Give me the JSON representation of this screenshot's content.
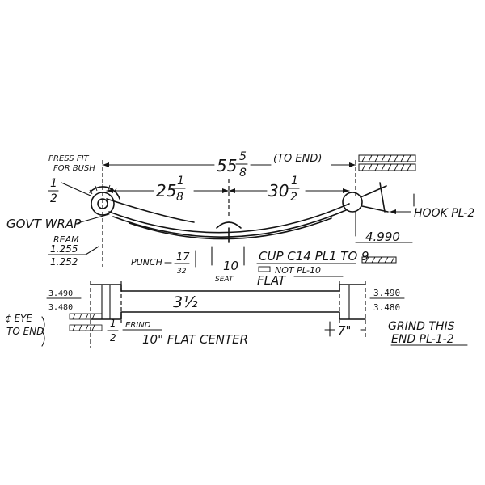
{
  "labels": {
    "press_fit_1": "PRESS FIT",
    "press_fit_2": "FOR BUSH",
    "govt_wrap": "GOVT WRAP",
    "ream": "REAM",
    "ream_1": "1.255",
    "ream_2": "1.252",
    "punch": "PUNCH",
    "seat": "SEAT",
    "cup_c14": "CUP C14 PL1 TO 9",
    "not_pl10": "NOT PL-10",
    "flat": "FLAT",
    "hook": "HOOK PL-2",
    "eye_to_end_1": "¢ EYE",
    "eye_to_end_2": "TO END",
    "erind": "ERIND",
    "flat_center": "10\" FLAT CENTER",
    "grind_1": "GRIND THIS",
    "grind_2": "END PL-1-2",
    "to_end": "(TO END)"
  },
  "dimensions": {
    "overall_whole": "55",
    "overall_num": "5",
    "overall_den": "8",
    "left_whole": "25",
    "left_num": "1",
    "left_den": "8",
    "right_whole": "30",
    "right_num": "1",
    "right_den": "2",
    "eye_num": "1",
    "eye_den": "2",
    "hook_height": "4.990",
    "punch_num": "17",
    "punch_den": "32",
    "seat_width": "10",
    "leaf_width": "3½",
    "width_left_1": "3.490",
    "width_left_2": "3.480",
    "width_right_1": "3.490",
    "width_right_2": "3.480",
    "grind_length": "7\"",
    "bottom_num": "1",
    "bottom_den": "2"
  }
}
